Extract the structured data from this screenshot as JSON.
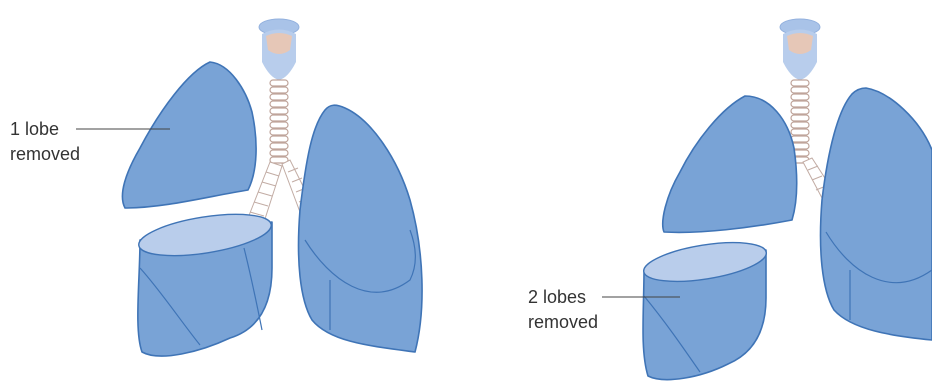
{
  "panels": [
    {
      "id": "one-lobe",
      "label_lines": [
        "1 lobe",
        "removed"
      ]
    },
    {
      "id": "two-lobes",
      "label_lines": [
        "2 lobes",
        "removed"
      ]
    }
  ],
  "colors": {
    "lung_fill": "#79a3d6",
    "lung_outline": "#3f74b6",
    "cut_surface": "#b9cdeb",
    "airway_tissue": "#e6c7b7",
    "text": "#333333"
  }
}
